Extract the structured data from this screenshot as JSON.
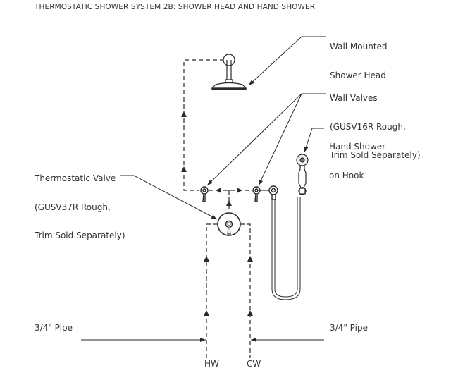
{
  "title": "THERMOSTATIC SHOWER SYSTEM 2B: SHOWER HEAD AND HAND SHOWER",
  "labels": {
    "shower_head": [
      "Wall Mounted",
      "Shower Head"
    ],
    "wall_valves": [
      "Wall Valves",
      "(GUSV16R Rough,",
      "Trim Sold Separately)"
    ],
    "hand_shower": [
      "Hand Shower",
      "on Hook"
    ],
    "thermostatic_valve": [
      "Thermostatic Valve",
      "(GUSV37R Rough,",
      "Trim Sold Separately)"
    ],
    "pipe_left": "3/4\" Pipe",
    "pipe_right": "3/4\" Pipe",
    "hot_water": "HW",
    "cold_water": "CW"
  },
  "colors": {
    "line": "#2a2a2a",
    "text": "#333333",
    "background": "#ffffff"
  }
}
